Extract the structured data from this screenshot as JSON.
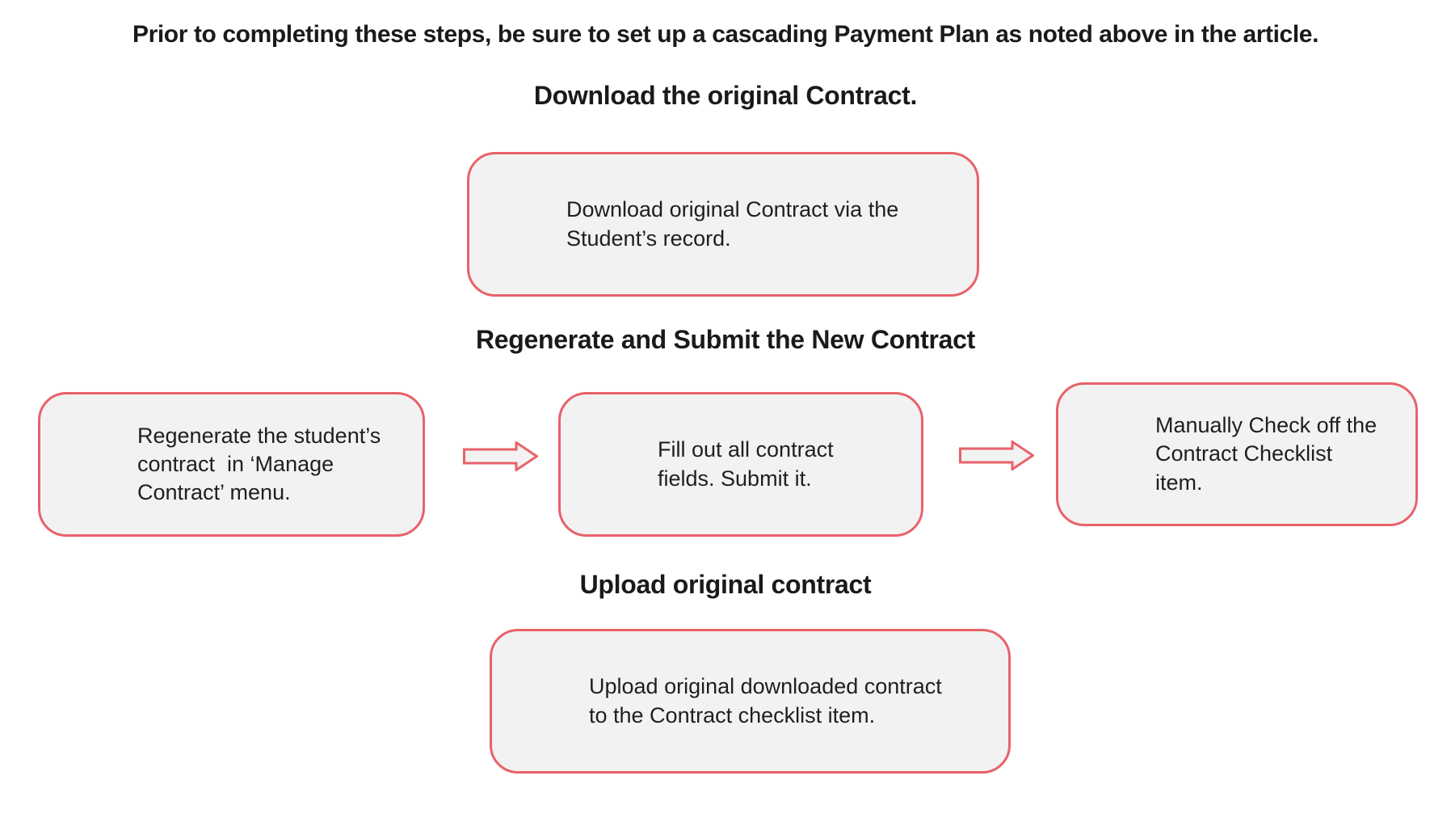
{
  "page": {
    "background": "#ffffff",
    "title": "Prior to completing these steps, be sure to set up a cascading Payment Plan as noted above in the article."
  },
  "colors": {
    "box_fill": "#f2f2f2",
    "box_border": "#e8626a",
    "arrow_fill": "#f2f2f2",
    "arrow_border": "#e8626a",
    "heading_text": "#1a1a1a",
    "body_text": "#1f1f1f"
  },
  "sections": [
    {
      "heading": "Download the original Contract.",
      "boxes": [
        {
          "lines": [
            "Download original Contract via the",
            "Student’s record."
          ]
        }
      ]
    },
    {
      "heading": "Regenerate and Submit the New Contract",
      "boxes": [
        {
          "lines": [
            "Regenerate the student’s",
            "contract  in ‘Manage",
            "Contract’ menu."
          ]
        },
        {
          "lines": [
            "Fill out all contract",
            "fields. Submit it."
          ]
        },
        {
          "lines": [
            "Manually Check off the",
            "Contract Checklist",
            "item."
          ]
        }
      ],
      "arrows": [
        "arrow-right-icon",
        "arrow-right-icon"
      ]
    },
    {
      "heading": "Upload original contract",
      "boxes": [
        {
          "lines": [
            "Upload original downloaded contract",
            "to the Contract checklist item."
          ]
        }
      ]
    }
  ]
}
